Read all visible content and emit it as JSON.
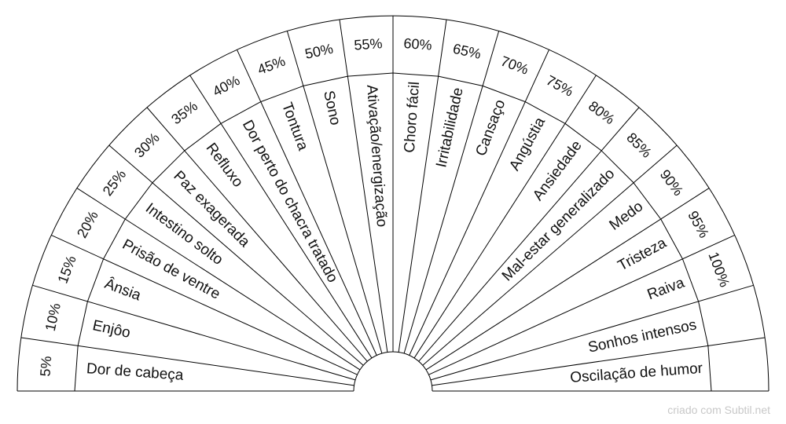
{
  "diagram": {
    "type": "semicircle-pendulum-chart",
    "line_color": "#000000",
    "background_color": "#ffffff",
    "segments": [
      {
        "label": "Dor de cabeça",
        "percent": "5%"
      },
      {
        "label": "Enjôo",
        "percent": "10%"
      },
      {
        "label": "Ânsia",
        "percent": "15%"
      },
      {
        "label": "Prisão de ventre",
        "percent": "20%"
      },
      {
        "label": "Intestino solto",
        "percent": "25%"
      },
      {
        "label": "Paz exagerada",
        "percent": "30%"
      },
      {
        "label": "Refluxo",
        "percent": "35%"
      },
      {
        "label": "Dor perto do chacra tratado",
        "percent": "40%"
      },
      {
        "label": "Tontura",
        "percent": "45%"
      },
      {
        "label": "Sono",
        "percent": "50%"
      },
      {
        "label": "Ativação/energização",
        "percent": "55%"
      },
      {
        "label": "Choro fácil",
        "percent": "60%"
      },
      {
        "label": "Irritabilidade",
        "percent": "65%"
      },
      {
        "label": "Cansaço",
        "percent": "70%"
      },
      {
        "label": "Angústia",
        "percent": "75%"
      },
      {
        "label": "Ansiedade",
        "percent": "80%"
      },
      {
        "label": "Mal-estar generalizado",
        "percent": "85%"
      },
      {
        "label": "Medo",
        "percent": "90%"
      },
      {
        "label": "Tristeza",
        "percent": "95%"
      },
      {
        "label": "Raiva",
        "percent": "100%"
      },
      {
        "label": "Sonhos intensos",
        "percent": ""
      },
      {
        "label": "Oscilação de humor",
        "percent": ""
      }
    ]
  },
  "footer": {
    "credit": "criado com Subtil.net",
    "credit_color": "#c8c8c8"
  }
}
